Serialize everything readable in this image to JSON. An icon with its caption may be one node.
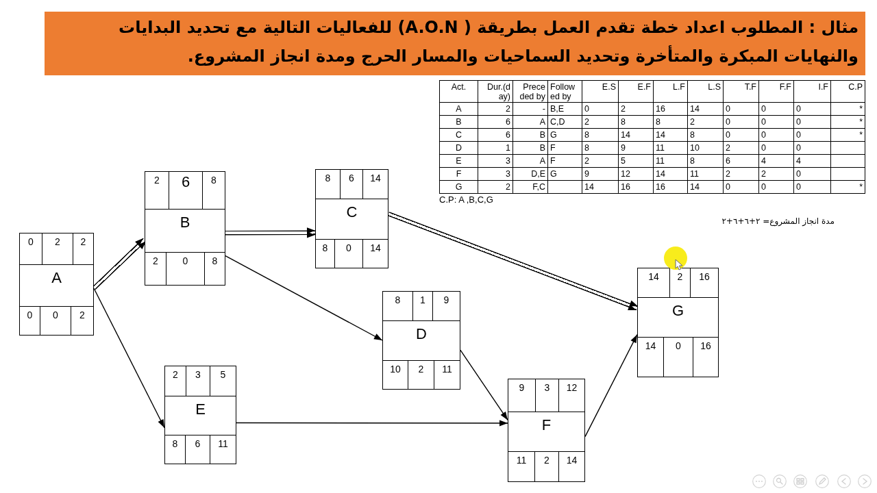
{
  "diagram": {
    "title": "مثال : المطلوب اعداد خطة تقدم العمل بطريقة ( A.O.N) للفعاليات التالية مع تحديد البدايات والنهايات المبكرة والمتأخرة وتحديد السماحيات والمسار الحرج ومدة انجاز المشروع.",
    "nodes": [
      {
        "text": [
          "0",
          "2",
          "2",
          "A",
          "0",
          "0",
          "2"
        ]
      },
      {
        "text": [
          "2",
          "6",
          "8",
          "B",
          "2",
          "0",
          "8"
        ]
      },
      {
        "text": [
          "8",
          "6",
          "14",
          "C",
          "8",
          "0",
          "14"
        ]
      },
      {
        "text": [
          "8",
          "1",
          "9",
          "D",
          "10",
          "2",
          "11"
        ]
      },
      {
        "text": [
          "2",
          "3",
          "5",
          "E",
          "8",
          "6",
          "11"
        ]
      },
      {
        "text": [
          "9",
          "3",
          "12",
          "F",
          "11",
          "2",
          "14"
        ]
      },
      {
        "text": [
          "14",
          "2",
          "16",
          "G",
          "14",
          "0",
          "16"
        ]
      }
    ],
    "edges": [
      {
        "from": 0,
        "to": 1,
        "arrow": "to",
        "style": "thick"
      },
      {
        "from": 0,
        "to": 4,
        "arrow": "to"
      },
      {
        "from": 1,
        "to": 2,
        "arrow": "to",
        "style": "thick"
      },
      {
        "from": 1,
        "to": 3,
        "arrow": "to"
      },
      {
        "from": 2,
        "to": 6,
        "arrow": "to",
        "style": "thick"
      },
      {
        "from": 3,
        "to": 5,
        "arrow": "to"
      },
      {
        "from": 4,
        "to": 5,
        "arrow": "to"
      },
      {
        "from": 5,
        "to": 6,
        "arrow": "to"
      }
    ],
    "labels": [
      "Act.",
      "Dur.(d ay)",
      "Prece ded by",
      "Follow ed by",
      "E.S",
      "E.F",
      "L.F",
      "L.S",
      "T.F",
      "F.F",
      "I.F",
      "C.P",
      "A",
      "2",
      "-",
      "B,E",
      "0",
      "2",
      "16",
      "14",
      "0",
      "0",
      "0",
      "*",
      "B",
      "6",
      "A",
      "C,D",
      "2",
      "8",
      "8",
      "2",
      "0",
      "0",
      "0",
      "*",
      "C",
      "6",
      "B",
      "G",
      "8",
      "14",
      "14",
      "8",
      "0",
      "0",
      "0",
      "*",
      "D",
      "1",
      "B",
      "F",
      "8",
      "9",
      "11",
      "10",
      "2",
      "0",
      "0",
      "E",
      "3",
      "A",
      "F",
      "2",
      "5",
      "11",
      "8",
      "6",
      "4",
      "4",
      "F",
      "3",
      "D,E",
      "G",
      "9",
      "12",
      "14",
      "11",
      "2",
      "2",
      "0",
      "G",
      "2",
      "F,C",
      "14",
      "16",
      "16",
      "14",
      "0",
      "0",
      "0",
      "*",
      "C.P: A ,B,C,G",
      "مدة انجاز المشروع= ٢+٦+٦+٢"
    ]
  }
}
